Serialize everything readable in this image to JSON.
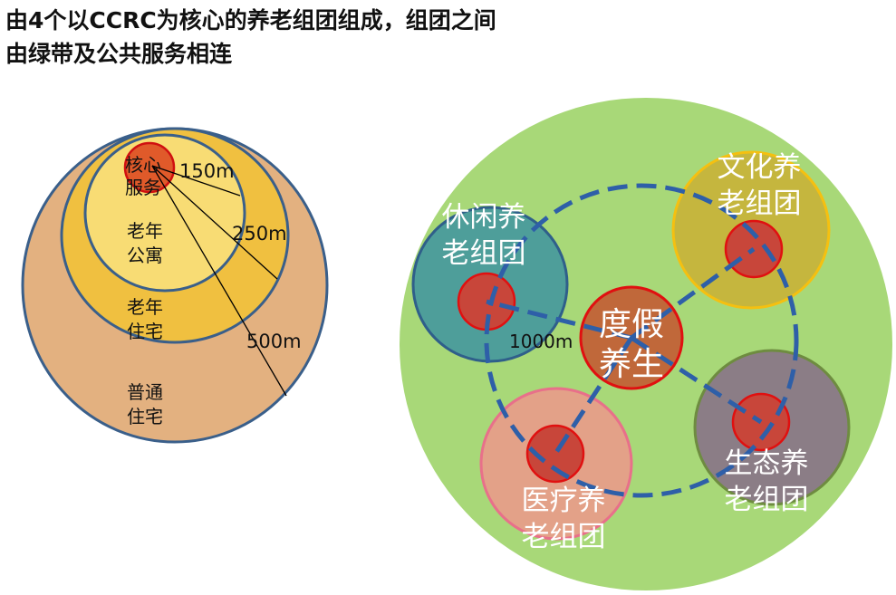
{
  "title": {
    "line1": "由4个以CCRC为核心的养老组团组成，组团之间",
    "line2": "由绿带及公共服务相连"
  },
  "left_diagram": {
    "core_label_1": "核心",
    "core_label_2": "服务",
    "ring1_label_1": "老年",
    "ring1_label_2": "公寓",
    "ring2_label_1": "老年",
    "ring2_label_2": "住宅",
    "ring3_label_1": "普通",
    "ring3_label_2": "住宅",
    "r150": "150m",
    "r250": "250m",
    "r500": "500m"
  },
  "right_diagram": {
    "center_1": "度假",
    "center_2": "养生",
    "leisure_1": "休闲养",
    "leisure_2": "老组团",
    "culture_1": "文化养",
    "culture_2": "老组团",
    "medical_1": "医疗养",
    "medical_2": "老组团",
    "eco_1": "生态养",
    "eco_2": "老组团",
    "r1000": "1000m"
  },
  "colors": {
    "outer_ring": "#E3B180",
    "ring2": "#F0C040",
    "ring1": "#F8DC74",
    "core": "#E05A2A",
    "green_bg": "#A8D878",
    "leisure": "#4E9E9A",
    "culture": "#C5B63E",
    "medical": "#E3A188",
    "eco": "#8B7D86",
    "center": "#C0683A",
    "red_node": "#C8463A",
    "dash": "#2E5FA8"
  }
}
